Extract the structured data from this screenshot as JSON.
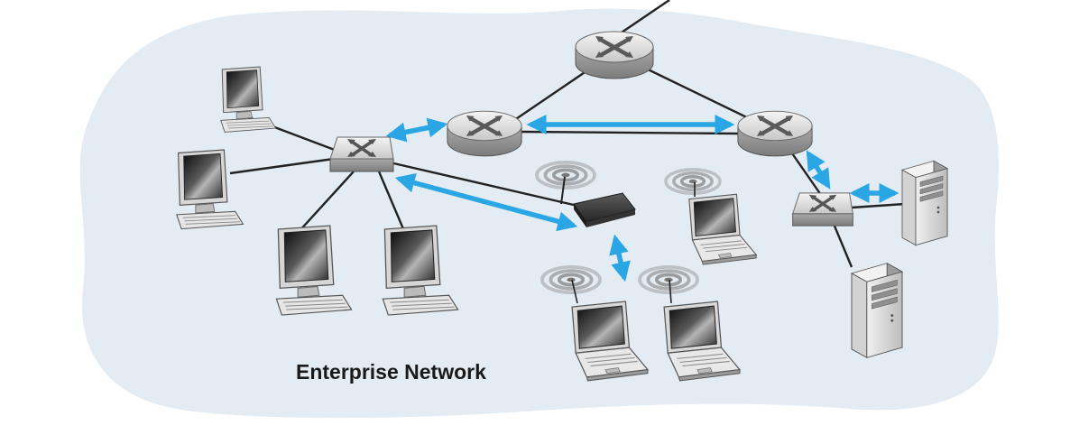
{
  "diagram": {
    "caption": "Enterprise Network",
    "colors": {
      "cloud": "#e3ebf3",
      "link": "#222222",
      "wireless_arrow": "#29a6e3",
      "device_light": "#eaeaea",
      "device_dark": "#7c7c7c",
      "screen": "#333333"
    },
    "nodes": [
      {
        "id": "router-top",
        "kind": "router"
      },
      {
        "id": "router-left",
        "kind": "router"
      },
      {
        "id": "router-right",
        "kind": "router"
      },
      {
        "id": "switch-left",
        "kind": "switch"
      },
      {
        "id": "switch-right",
        "kind": "switch"
      },
      {
        "id": "wireless-access-point",
        "kind": "access-point"
      },
      {
        "id": "desktop-1",
        "kind": "desktop"
      },
      {
        "id": "desktop-2",
        "kind": "desktop"
      },
      {
        "id": "desktop-3",
        "kind": "desktop"
      },
      {
        "id": "desktop-4",
        "kind": "desktop"
      },
      {
        "id": "laptop-1",
        "kind": "laptop"
      },
      {
        "id": "laptop-2",
        "kind": "laptop"
      },
      {
        "id": "laptop-3",
        "kind": "laptop"
      },
      {
        "id": "server-1",
        "kind": "server"
      },
      {
        "id": "server-2",
        "kind": "server"
      }
    ]
  }
}
